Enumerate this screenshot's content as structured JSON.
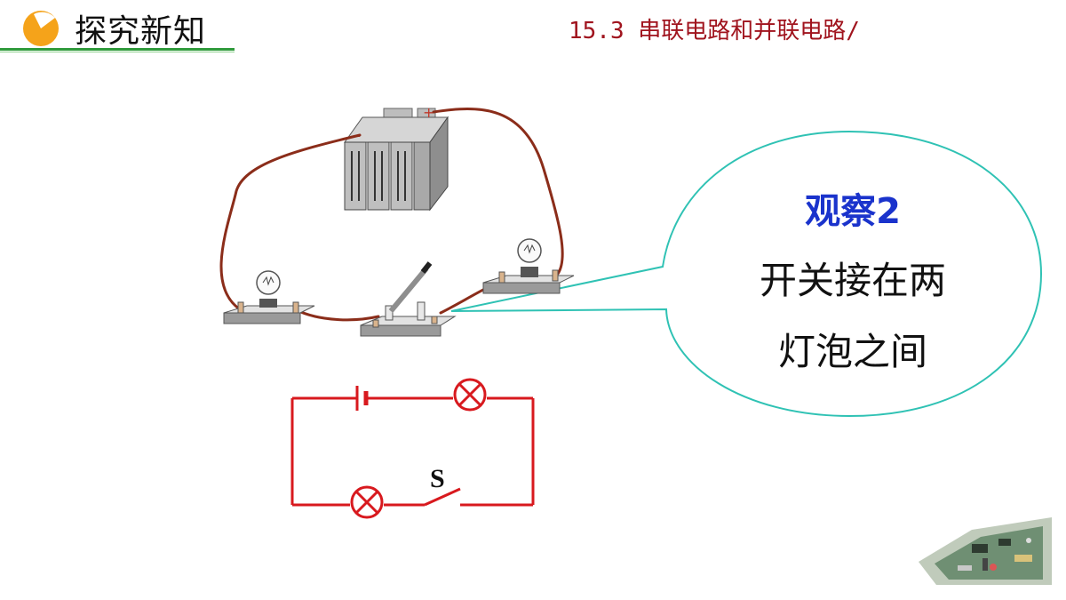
{
  "header": {
    "title": "探究新知",
    "lesson_title": "15.3 串联电路和并联电路/"
  },
  "callout": {
    "heading": "观察2",
    "line1": "开关接在两",
    "line2": "灯泡之间"
  },
  "circuit_diagram": {
    "switch_label": "S"
  },
  "battery": {
    "negative_sign": "-",
    "positive_sign": "+"
  },
  "colors": {
    "accent_green": "#2f9a3b",
    "lesson_title_red": "#a0141e",
    "callout_heading_blue": "#1a33cc",
    "callout_border": "#2fc2b4",
    "wire_brown": "#8b2d1a",
    "diagram_red": "#d8191e",
    "pie_orange": "#f5a31a"
  }
}
